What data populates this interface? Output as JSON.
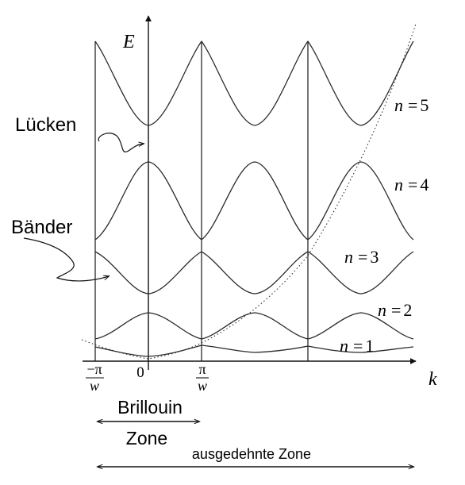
{
  "labels": {
    "energy_axis": "E",
    "k_axis": "k",
    "gaps": "Lücken",
    "bands": "Bänder",
    "brillouin_line1": "Brillouin",
    "brillouin_line2": "Zone",
    "extended_zone": "ausgedehnte Zone",
    "n_prefix": "n",
    "equals": "=",
    "tick_minus_pi": "−π",
    "tick_zero": "0",
    "tick_pi": "π",
    "tick_denominator": "w"
  },
  "bands": [
    {
      "n": "1"
    },
    {
      "n": "2"
    },
    {
      "n": "3"
    },
    {
      "n": "4"
    },
    {
      "n": "5"
    }
  ]
}
